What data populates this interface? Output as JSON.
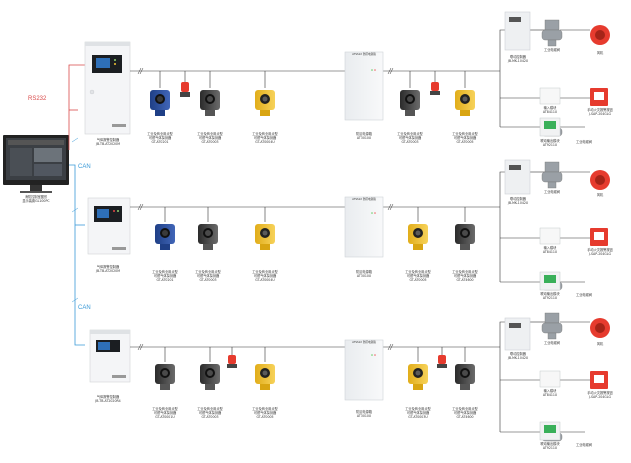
{
  "colors": {
    "rs232": "#d94a4a",
    "can": "#3a9ad8",
    "wire": "#333333",
    "yellow": "#f2c233",
    "blue": "#2a4f9a",
    "red": "#e63b2e"
  },
  "pc": {
    "line1": "消防控制室图形",
    "line2": "显示装置GL100PC"
  },
  "links": {
    "rs232": "RS232",
    "can1": "CAN",
    "can2": "CAN"
  },
  "controllers": [
    {
      "name": "气体报警控制器",
      "model": "JB-TB-AT2020M"
    },
    {
      "name": "气体报警控制器",
      "model": "JB-TB-AT2020M"
    },
    {
      "name": "气体报警控制器",
      "model": "JB-TB-AT2020R4"
    }
  ],
  "row1_detectors": [
    {
      "l1": "工业及商业用点型",
      "l2": "可燃气体探测器",
      "l3": "GT-AT0201"
    },
    {
      "l1": "工业及商业用点型",
      "l2": "可燃气体探测器",
      "l3": "GT-AT0003"
    },
    {
      "l1": "工业及商业用点型",
      "l2": "可燃气体探测器",
      "l3": "GT-AT0004U"
    }
  ],
  "row2_detectors": [
    {
      "l1": "工业及商业用点型",
      "l2": "可燃气体探测器",
      "l3": "GT-AT0201"
    },
    {
      "l1": "工业及商业用点型",
      "l2": "可燃气体探测器",
      "l3": "GT-AT0003"
    },
    {
      "l1": "工业及商业用点型",
      "l2": "可燃气体探测器",
      "l3": "GT-AT0004U"
    }
  ],
  "row3_detectors": [
    {
      "l1": "工业及商业用点型",
      "l2": "可燃气体探测器",
      "l3": "GT-AT0001U"
    },
    {
      "l1": "工业及商业用点型",
      "l2": "可燃气体探测器",
      "l3": "GT-AT0003"
    },
    {
      "l1": "工业及商业用点型",
      "l2": "可燃气体探测器",
      "l3": "GT-AT0005"
    }
  ],
  "power": [
    {
      "l1": "防区电源箱",
      "l2": "AT3010X"
    },
    {
      "l1": "防区电源箱",
      "l2": "AT3010X"
    },
    {
      "l1": "防区电源箱",
      "l2": "AT3010X"
    }
  ],
  "row1_right_detectors": [
    {
      "l1": "工业及商业用点型",
      "l2": "可燃气体探测器",
      "l3": "GT-AT0003"
    },
    {
      "l1": "工业及商业用点型",
      "l2": "可燃气体探测器",
      "l3": "GT-AT0005"
    }
  ],
  "row2_right_detectors": [
    {
      "l1": "工业及商业用点型",
      "l2": "可燃气体探测器",
      "l3": "GT-AT0005"
    },
    {
      "l1": "工业及商业用点型",
      "l2": "可燃气体探测器",
      "l3": "GT-AT4600"
    }
  ],
  "row3_right_detectors": [
    {
      "l1": "工业及商业用点型",
      "l2": "可燃气体探测器",
      "l3": "GT-AT0003U"
    },
    {
      "l1": "工业及商业用点型",
      "l2": "可燃气体探测器",
      "l3": "GT-AT4600"
    }
  ],
  "linkage": [
    {
      "l1": "联动控制器",
      "l2": "JB-MK-1042X"
    },
    {
      "l1": "联动控制器",
      "l2": "JB-MK-1042X"
    },
    {
      "l1": "联动控制器",
      "l2": "JB-MK-1042X"
    }
  ],
  "inputs": [
    {
      "l1": "输入模块",
      "l2": "AT8411X"
    },
    {
      "l1": "输入模块",
      "l2": "AT8411X"
    },
    {
      "l1": "输入模块",
      "l2": "AT8411X"
    }
  ],
  "outputs": [
    {
      "l1": "联动输出模块",
      "l2": "AT9211X"
    },
    {
      "l1": "联动输出模块",
      "l2": "AT9211X"
    },
    {
      "l1": "联动输出模块",
      "l2": "AT9211X"
    }
  ],
  "valve_label": "工业电磁阀",
  "fan_label": "风机",
  "manual": [
    {
      "l1": "手动火灾报警按钮",
      "l2": "J-SAP-204GLG"
    },
    {
      "l1": "手动火灾报警按钮",
      "l2": "J-SAP-204GLG"
    },
    {
      "l1": "手动火灾报警按钮",
      "l2": "J-SAP-204GLG"
    }
  ],
  "box_title": "ATSS1X 防区电源箱"
}
